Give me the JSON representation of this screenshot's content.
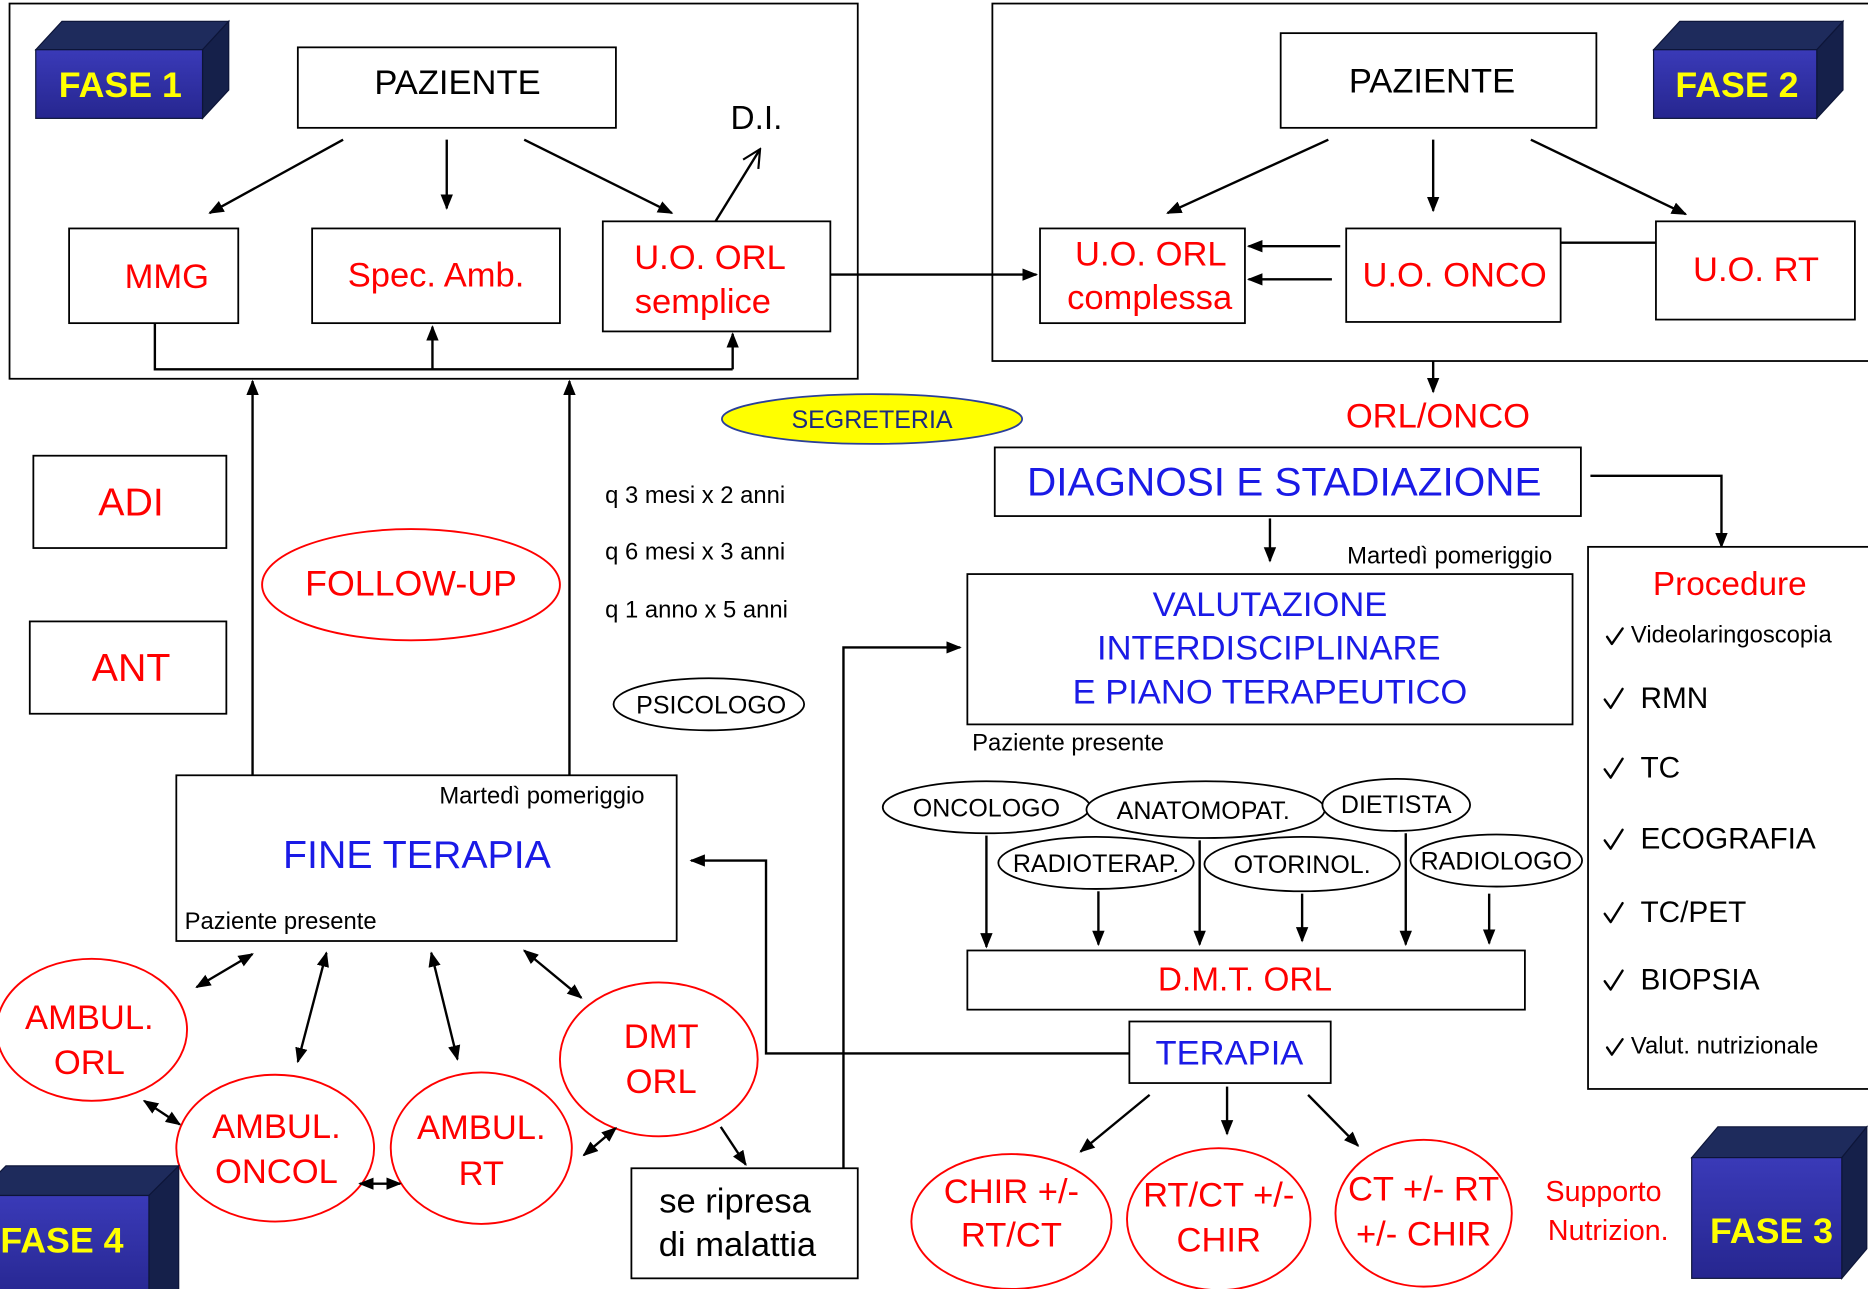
{
  "colors": {
    "red": "#ff0000",
    "blue": "#1a1ae6",
    "badge_front": "#3a3ab8",
    "badge_top": "#1e2b5c",
    "badge_side": "#15204a",
    "badge_text": "#ffff00",
    "segreteria_fill": "#ffff00",
    "segreteria_stroke": "#2a3f9a"
  },
  "badges": {
    "fase_1": "FASE 1",
    "fase_2": "FASE 2",
    "fase_3": "FASE 3",
    "fase_4": "FASE 4"
  },
  "phase1": {
    "patient": "PAZIENTE",
    "di": "D.I.",
    "mmg": "MMG",
    "spec_amb": "Spec. Amb.",
    "uo_orl_semplice": [
      "U.O. ORL",
      "semplice"
    ]
  },
  "phase2": {
    "patient": "PAZIENTE",
    "uo_orl_complessa": [
      "U.O. ORL",
      "complessa"
    ],
    "uo_onco": "U.O. ONCO",
    "uo_rt": "U.O. RT",
    "orl_onco": "ORL/ONCO"
  },
  "segreteria": "SEGRETERIA",
  "services": {
    "adi": "ADI",
    "ant": "ANT"
  },
  "follow_up": {
    "label": "FOLLOW-UP",
    "schedule": [
      "q 3 mesi x 2 anni",
      "q 6 mesi x 3 anni",
      "q 1 anno x 5 anni"
    ],
    "psicologo": "PSICOLOGO"
  },
  "diagnosis": {
    "title": "DIAGNOSI E STADIAZIONE",
    "note": "Martedì pomeriggio"
  },
  "evaluation": {
    "lines": [
      "VALUTAZIONE",
      "INTERDISCIPLINARE",
      "E PIANO TERAPEUTICO"
    ],
    "note": "Paziente presente",
    "specialists": [
      "ONCOLOGO",
      "ANATOMOPAT.",
      "DIETISTA",
      "RADIOTERAP.",
      "OTORINOL.",
      "RADIOLOGO"
    ]
  },
  "procedures": {
    "title": "Procedure",
    "icon": "check-icon",
    "items": [
      "Videolaringoscopia",
      "RMN",
      "TC",
      "ECOGRAFIA",
      "TC/PET",
      "BIOPSIA",
      "Valut. nutrizionale"
    ]
  },
  "dmt": "D.M.T. ORL",
  "therapy": {
    "label": "TERAPIA",
    "options": [
      [
        "CHIR +/-",
        "RT/CT"
      ],
      [
        "RT/CT +/-",
        "CHIR"
      ],
      [
        "CT +/- RT",
        "+/- CHIR"
      ]
    ],
    "support": [
      "Supporto",
      "Nutrizion."
    ]
  },
  "end_therapy": {
    "title": "FINE TERAPIA",
    "schedule_note": "Martedì pomeriggio",
    "note": "Paziente presente"
  },
  "phase4": {
    "ambulatories": [
      [
        "AMBUL.",
        "ORL"
      ],
      [
        "AMBUL.",
        "ONCOL"
      ],
      [
        "AMBUL.",
        "RT"
      ]
    ],
    "dmt_orl": [
      "DMT",
      "ORL"
    ],
    "relapse": [
      "se ripresa",
      "di malattia"
    ]
  }
}
